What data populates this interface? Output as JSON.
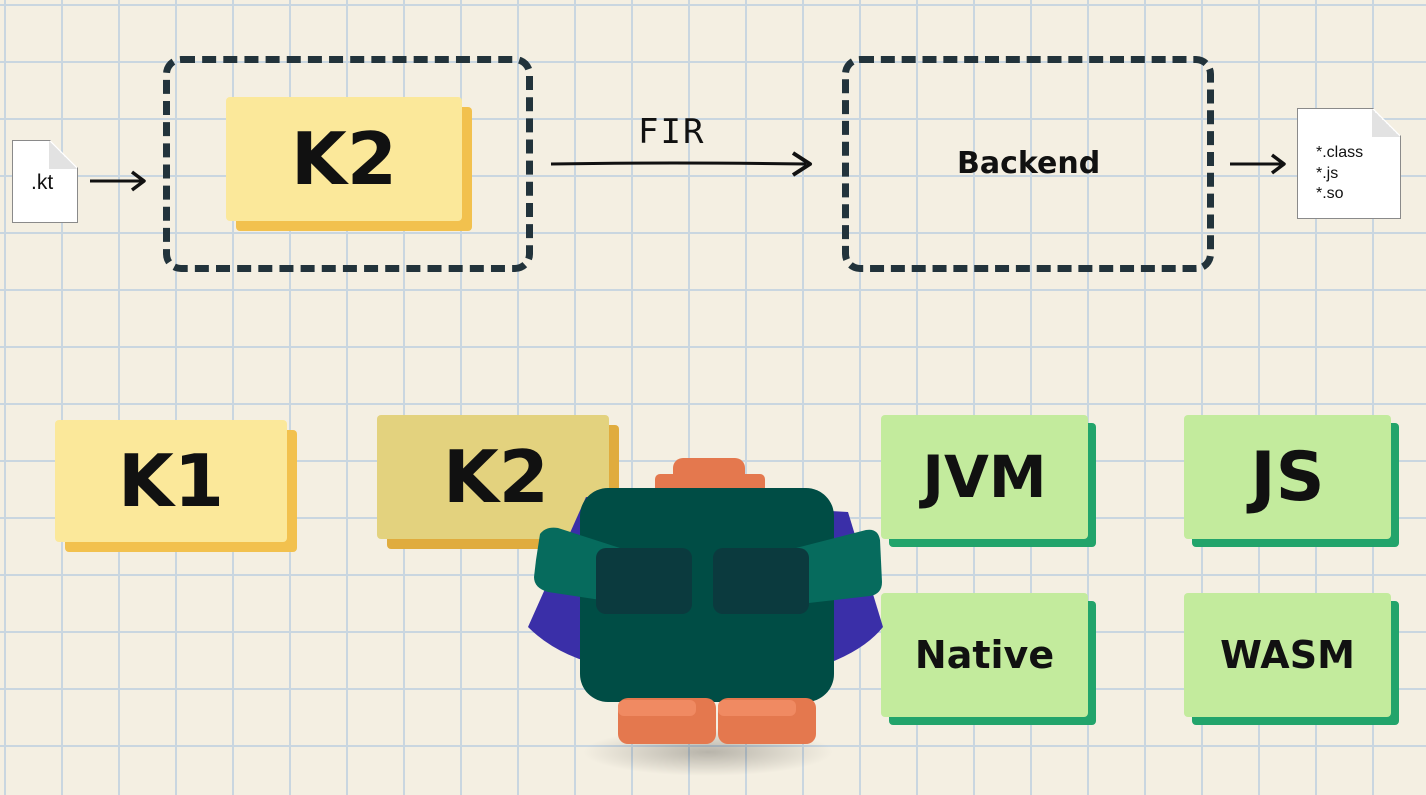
{
  "pipeline": {
    "input_file": ".kt",
    "frontend": "K2",
    "edge_label": "FIR",
    "backend": "Backend",
    "outputs": [
      "*.class",
      "*.js",
      "*.so"
    ]
  },
  "compilers": [
    "K1",
    "K2"
  ],
  "targets": [
    "JVM",
    "JS",
    "Native",
    "WASM"
  ],
  "colors": {
    "background": "#f4efe2",
    "grid": "#c9d6e0",
    "card_yellow": "#fbe89a",
    "card_yellow_shadow": "#f2c14e",
    "card_green": "#c3eb9d",
    "card_green_shadow": "#22a46b",
    "dash": "#22333b"
  },
  "mascot": "kotlin-mascot-back-view"
}
